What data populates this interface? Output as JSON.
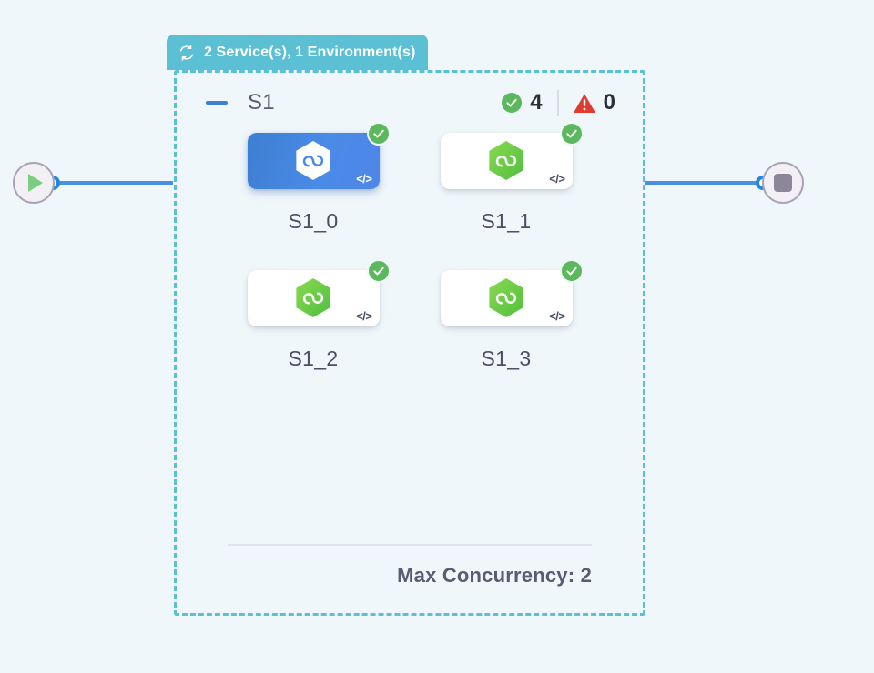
{
  "canvas": {
    "background": "#eff7fb"
  },
  "start_node": {
    "name": "start",
    "icon": "play-icon"
  },
  "end_node": {
    "name": "stop",
    "icon": "stop-icon"
  },
  "group": {
    "header_label": "2 Service(s), 1 Environment(s)",
    "header_icon": "loop-icon",
    "header_color": "#5bc0d4",
    "border_color": "#5bc0d4",
    "title": "S1",
    "collapse_icon": "minus-icon",
    "status": {
      "success_icon": "check-circle-icon",
      "success_count": "4",
      "warning_icon": "warning-triangle-icon",
      "warning_count": "0",
      "success_color": "#5cb85c",
      "warning_color": "#e03b2f"
    },
    "footer": {
      "label": "Max Concurrency: 2"
    }
  },
  "nodes": [
    {
      "label": "S1_0",
      "selected": true,
      "status_icon": "check-circle-icon",
      "code_glyph": "</>",
      "icon": "hexagon-loop-icon",
      "accent": "#4a8ae8"
    },
    {
      "label": "S1_1",
      "selected": false,
      "status_icon": "check-circle-icon",
      "code_glyph": "</>",
      "icon": "hexagon-loop-icon",
      "accent": "#5cc24a"
    },
    {
      "label": "S1_2",
      "selected": false,
      "status_icon": "check-circle-icon",
      "code_glyph": "</>",
      "icon": "hexagon-loop-icon",
      "accent": "#5cc24a"
    },
    {
      "label": "S1_3",
      "selected": false,
      "status_icon": "check-circle-icon",
      "code_glyph": "</>",
      "icon": "hexagon-loop-icon",
      "accent": "#5cc24a"
    }
  ]
}
